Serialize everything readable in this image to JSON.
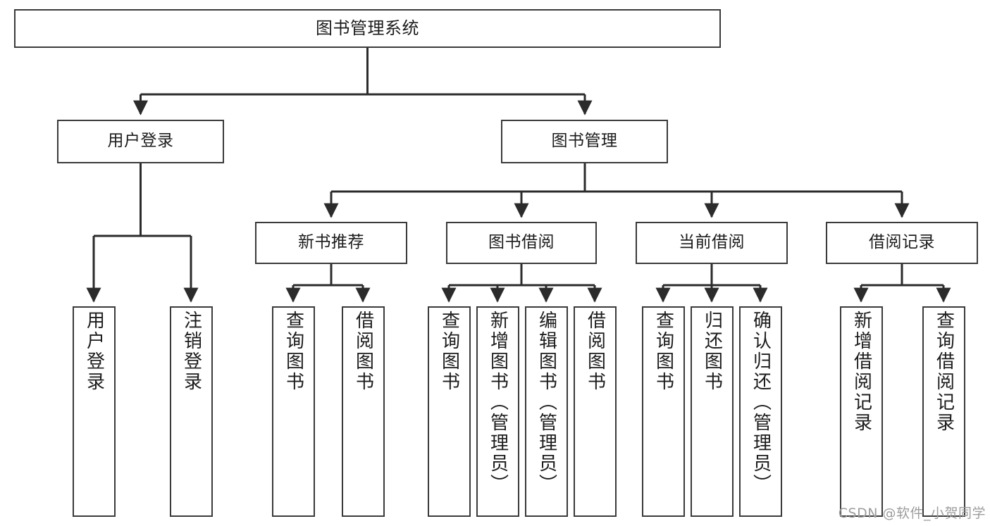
{
  "diagram": {
    "title": "图书管理系统",
    "type": "tree",
    "watermark": "CSDN @软件_小贺同学",
    "colors": {
      "box_border": "#3a3a3a",
      "box_fill": "#ffffff",
      "connector": "#2b2b2b",
      "text": "#1c1c1c",
      "watermark": "#9d9d9d"
    },
    "nodes": {
      "root": {
        "label": "图书管理系统"
      },
      "level2": [
        {
          "label": "用户登录"
        },
        {
          "label": "图书管理"
        }
      ],
      "level3": [
        {
          "label": "新书推荐"
        },
        {
          "label": "图书借阅"
        },
        {
          "label": "当前借阅"
        },
        {
          "label": "借阅记录"
        }
      ],
      "leaves_user_login": [
        {
          "label": "用户登录"
        },
        {
          "label": "注销登录"
        }
      ],
      "leaves_new_book": [
        {
          "label": "查询图书"
        },
        {
          "label": "借阅图书"
        }
      ],
      "leaves_borrow": [
        {
          "label": "查询图书"
        },
        {
          "label": "新增图书（管理员）"
        },
        {
          "label": "编辑图书（管理员）"
        },
        {
          "label": "借阅图书"
        }
      ],
      "leaves_current": [
        {
          "label": "查询图书"
        },
        {
          "label": "归还图书"
        },
        {
          "label": "确认归还（管理员）"
        }
      ],
      "leaves_records": [
        {
          "label": "新增借阅记录"
        },
        {
          "label": "查询借阅记录"
        }
      ]
    }
  }
}
